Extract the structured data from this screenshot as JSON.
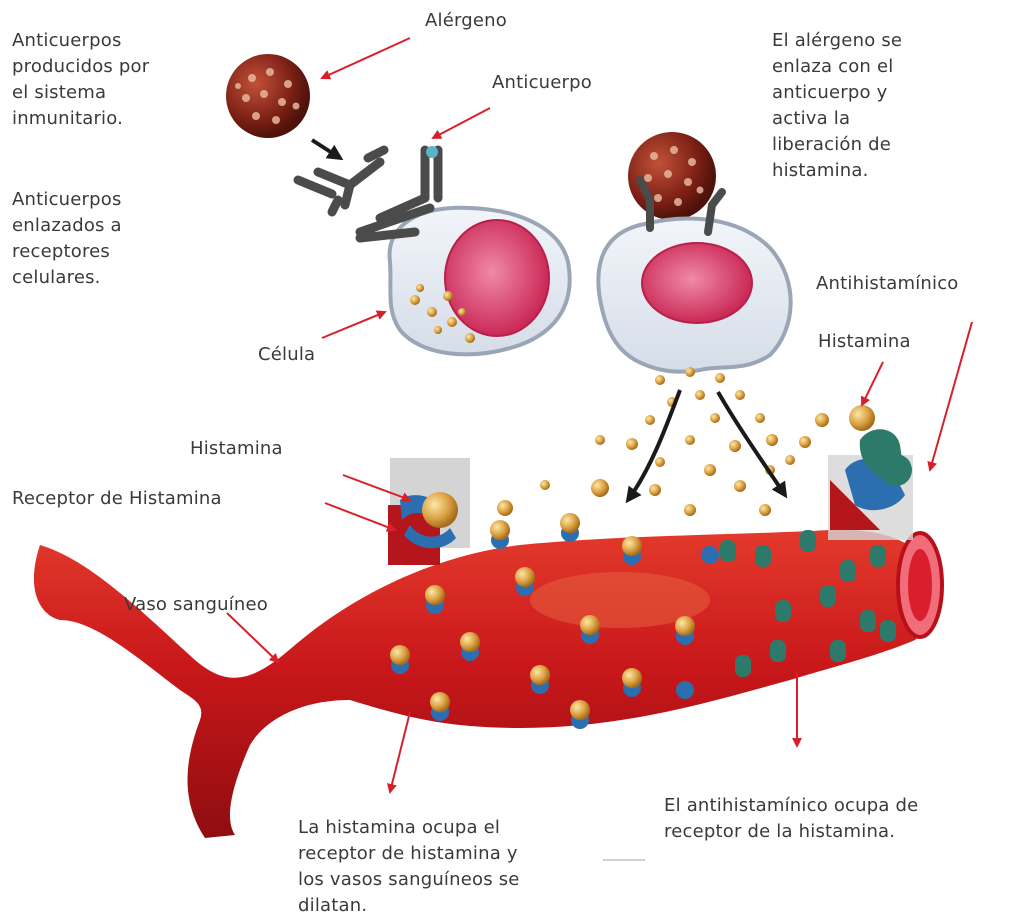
{
  "labels": {
    "allergen": "Alérgeno",
    "antibody": "Anticuerpo",
    "antibodies_produced": "Anticuerpos\nproducidos por\nel sistema\ninmunitario.",
    "antibodies_bound": "Anticuerpos\nenlazados a\nreceptores\ncelulares.",
    "cell": "Célula",
    "allergen_binds": "El alérgeno se\nenlaza con el\nanticuerpo y\nactiva la\nliberación de\nhistamina.",
    "antihistamine": "Antihistamínico",
    "histamine_right": "Histamina",
    "histamine_left": "Histamina",
    "histamine_receptor": "Receptor de Histamina",
    "blood_vessel": "Vaso sanguíneo",
    "histamine_occupies": "La histamina ocupa el\nreceptor de histamina y\nlos vasos sanguíneos se\ndilatan.",
    "antihistamine_occupies": "El antihistamínico ocupa de\nreceptor de la histamina."
  },
  "colors": {
    "label_text": "#3a3a3a",
    "arrow_red": "#d8202a",
    "vessel_red": "#c41818",
    "cell_membrane": "#9aa6b5",
    "nucleus": "#d9406a",
    "histamine": "#d9a441",
    "receptor": "#2c6fb0",
    "antihistamine": "#2e7a6a",
    "antibody": "#4a4a4a",
    "allergen": "#8b2a1a"
  },
  "icons": [
    "allergen-particle",
    "antibody",
    "mast-cell",
    "histamine-granule",
    "histamine-receptor",
    "antihistamine-molecule",
    "blood-vessel"
  ]
}
